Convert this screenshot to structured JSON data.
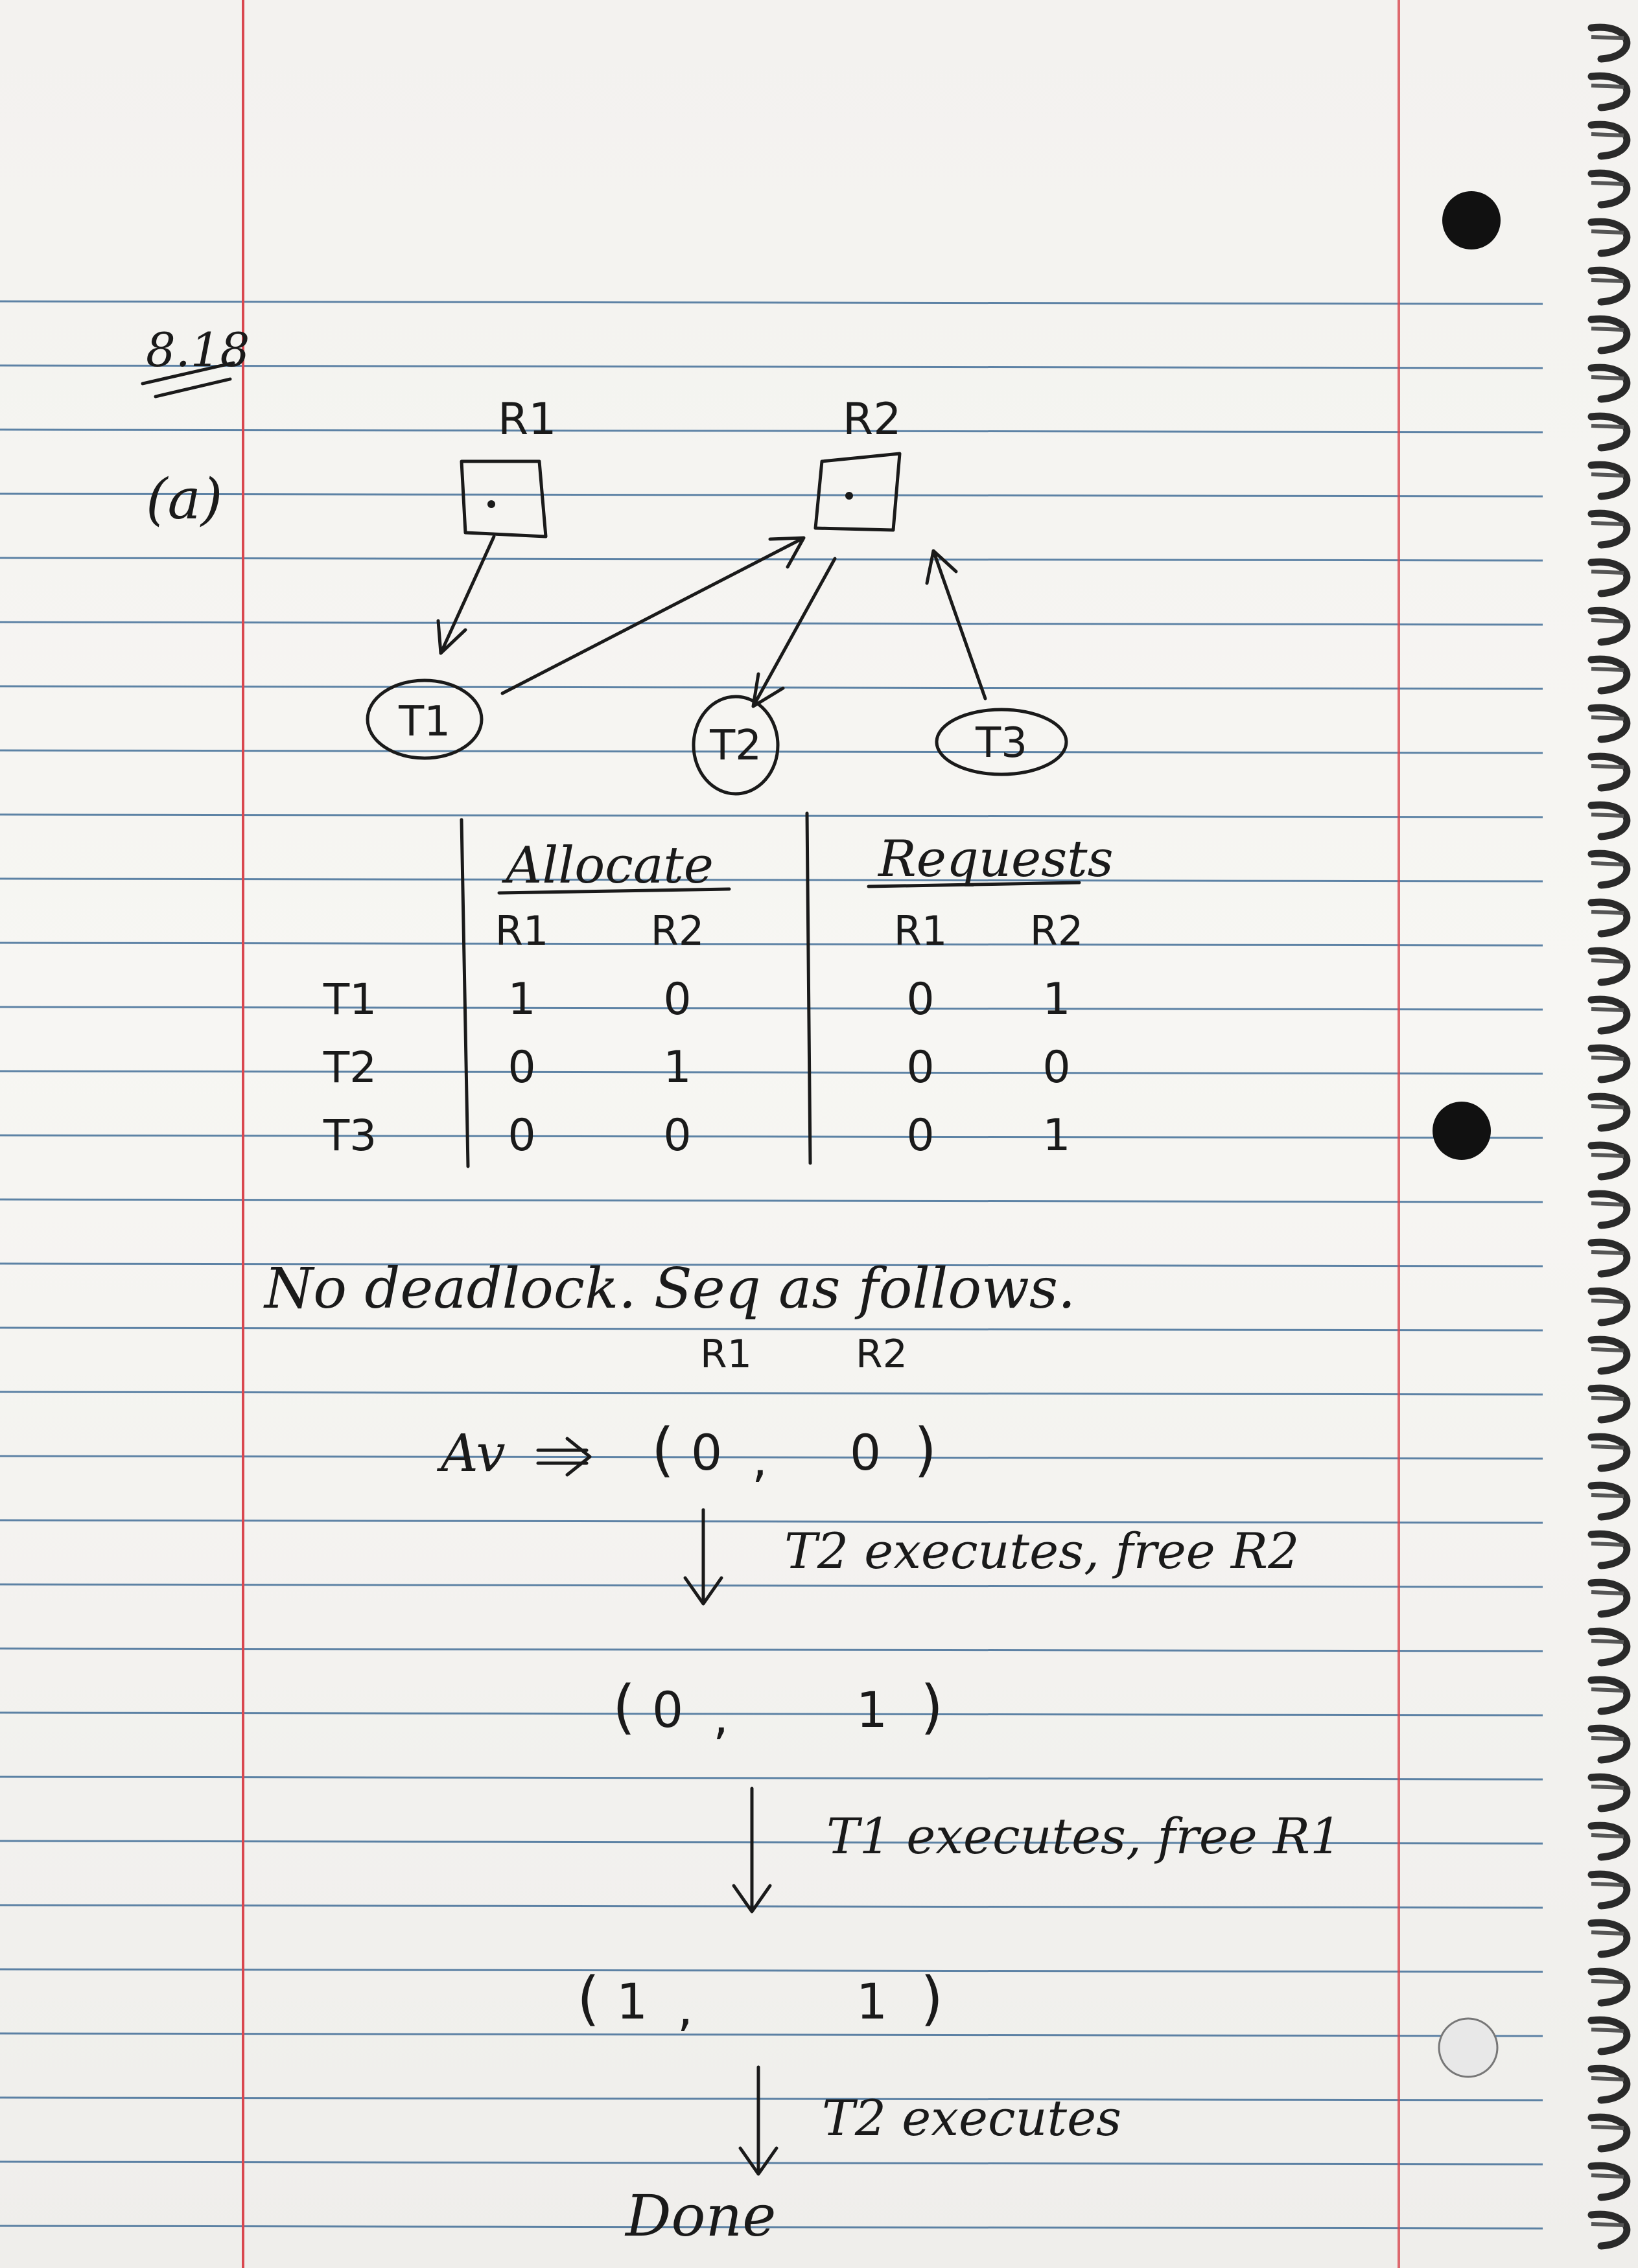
{
  "problem_number": "8.18",
  "part_label": "(a)",
  "graph": {
    "resources": [
      "R1",
      "R2"
    ],
    "threads": [
      "T1",
      "T2",
      "T3"
    ],
    "assignment_edges": [
      [
        "R1",
        "T1"
      ],
      [
        "R2",
        "T2"
      ]
    ],
    "request_edges": [
      [
        "T1",
        "R2"
      ],
      [
        "T3",
        "R2"
      ]
    ]
  },
  "table": {
    "group_headers": [
      "Allocate",
      "Requests"
    ],
    "sub_headers": [
      "R1",
      "R2",
      "R1",
      "R2"
    ],
    "rows": [
      {
        "label": "T1",
        "cells": [
          "1",
          "0",
          "0",
          "1"
        ]
      },
      {
        "label": "T2",
        "cells": [
          "0",
          "1",
          "0",
          "0"
        ]
      },
      {
        "label": "T3",
        "cells": [
          "0",
          "0",
          "0",
          "1"
        ]
      }
    ]
  },
  "conclusion": "No deadlock. Seq as follows.",
  "sequence": {
    "column_labels": [
      "R1",
      "R2"
    ],
    "available_label": "Av",
    "steps": [
      {
        "vector": [
          "0",
          "0"
        ],
        "action": "T2 executes, free R2"
      },
      {
        "vector": [
          "0",
          "1"
        ],
        "action": "T1 executes, free R1"
      },
      {
        "vector": [
          "1",
          "1"
        ],
        "action": "T2 executes"
      }
    ],
    "final": "Done"
  },
  "colors": {
    "paper": "#f4f3f0",
    "rule_line": "#2b5d8c",
    "margin_line": "#d9474f",
    "ink": "#1a1a1a",
    "spiral": "#2a2a2a"
  }
}
